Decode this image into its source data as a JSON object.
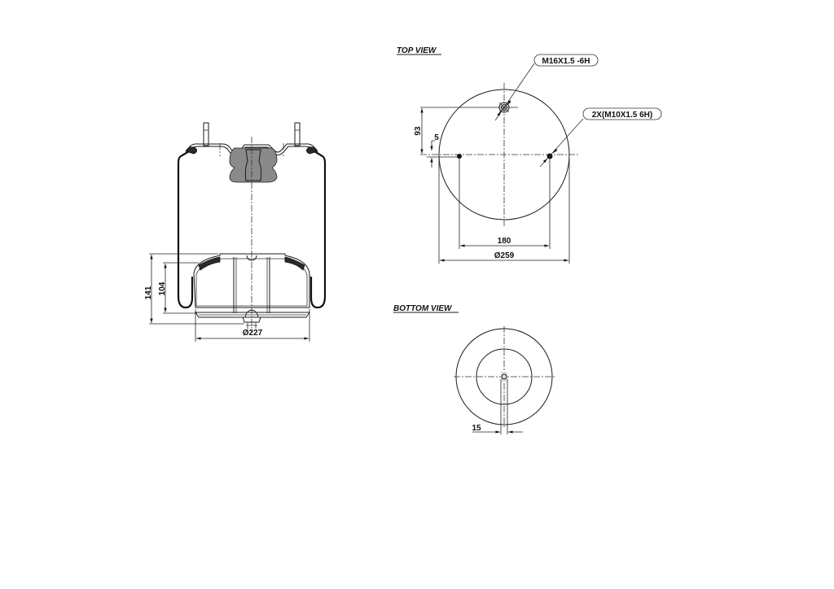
{
  "views": {
    "side_view": {
      "dimensions": {
        "height_outer": "141",
        "height_inner": "104",
        "piston_diameter": "Ø227"
      }
    },
    "top_view": {
      "title": "TOP VIEW",
      "callouts": {
        "center_thread": "M16X1.5 -6H",
        "side_threads": "2X(M10X1.5 6H)"
      },
      "dimensions": {
        "offset_vertical": "93",
        "offset_small": "5",
        "bolt_spacing": "180",
        "plate_diameter": "Ø259"
      }
    },
    "bottom_view": {
      "title": "BOTTOM VIEW",
      "dimensions": {
        "hole_offset": "15"
      }
    }
  },
  "colors": {
    "line": "#1a1a1a",
    "hatch": "#8a8a8a",
    "background": "#ffffff"
  }
}
